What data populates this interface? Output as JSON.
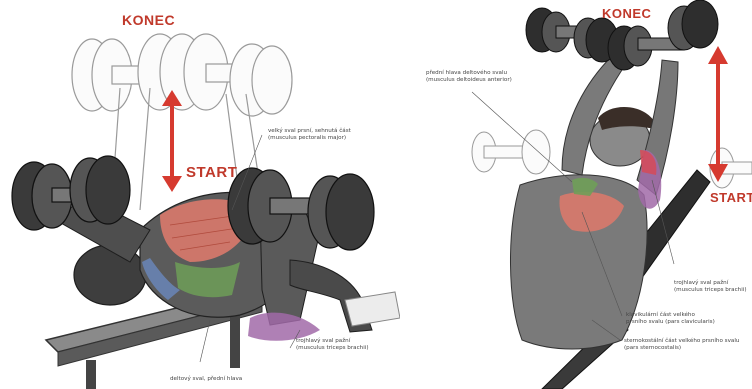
{
  "accent_color": "#d63a2f",
  "left": {
    "top_label": "KONEC",
    "bottom_label": "START",
    "notes": {
      "pectoral": [
        "velký sval prsní, sehnutá část",
        "(musculus pectoralis major)"
      ],
      "triceps": [
        "trojhlavý sval pažní",
        "(musculus triceps brachii)"
      ],
      "deltoid": [
        "deltový sval, přední hlava"
      ]
    }
  },
  "right": {
    "top_label": "KONEC",
    "bottom_label": "START",
    "notes": {
      "deltoid": [
        "přední hlava deltového svalu",
        "(musculus deltoideus anterior)"
      ],
      "triceps": [
        "trojhlavý sval pažní",
        "(musculus triceps brachii)"
      ],
      "clavicular": [
        "klavikulární část velkého",
        "prsního svalu (pars clavicularis)"
      ],
      "sternocostal": [
        "sternokostální část velkého prsního svalu",
        "(pars sternocostalis)"
      ]
    }
  }
}
